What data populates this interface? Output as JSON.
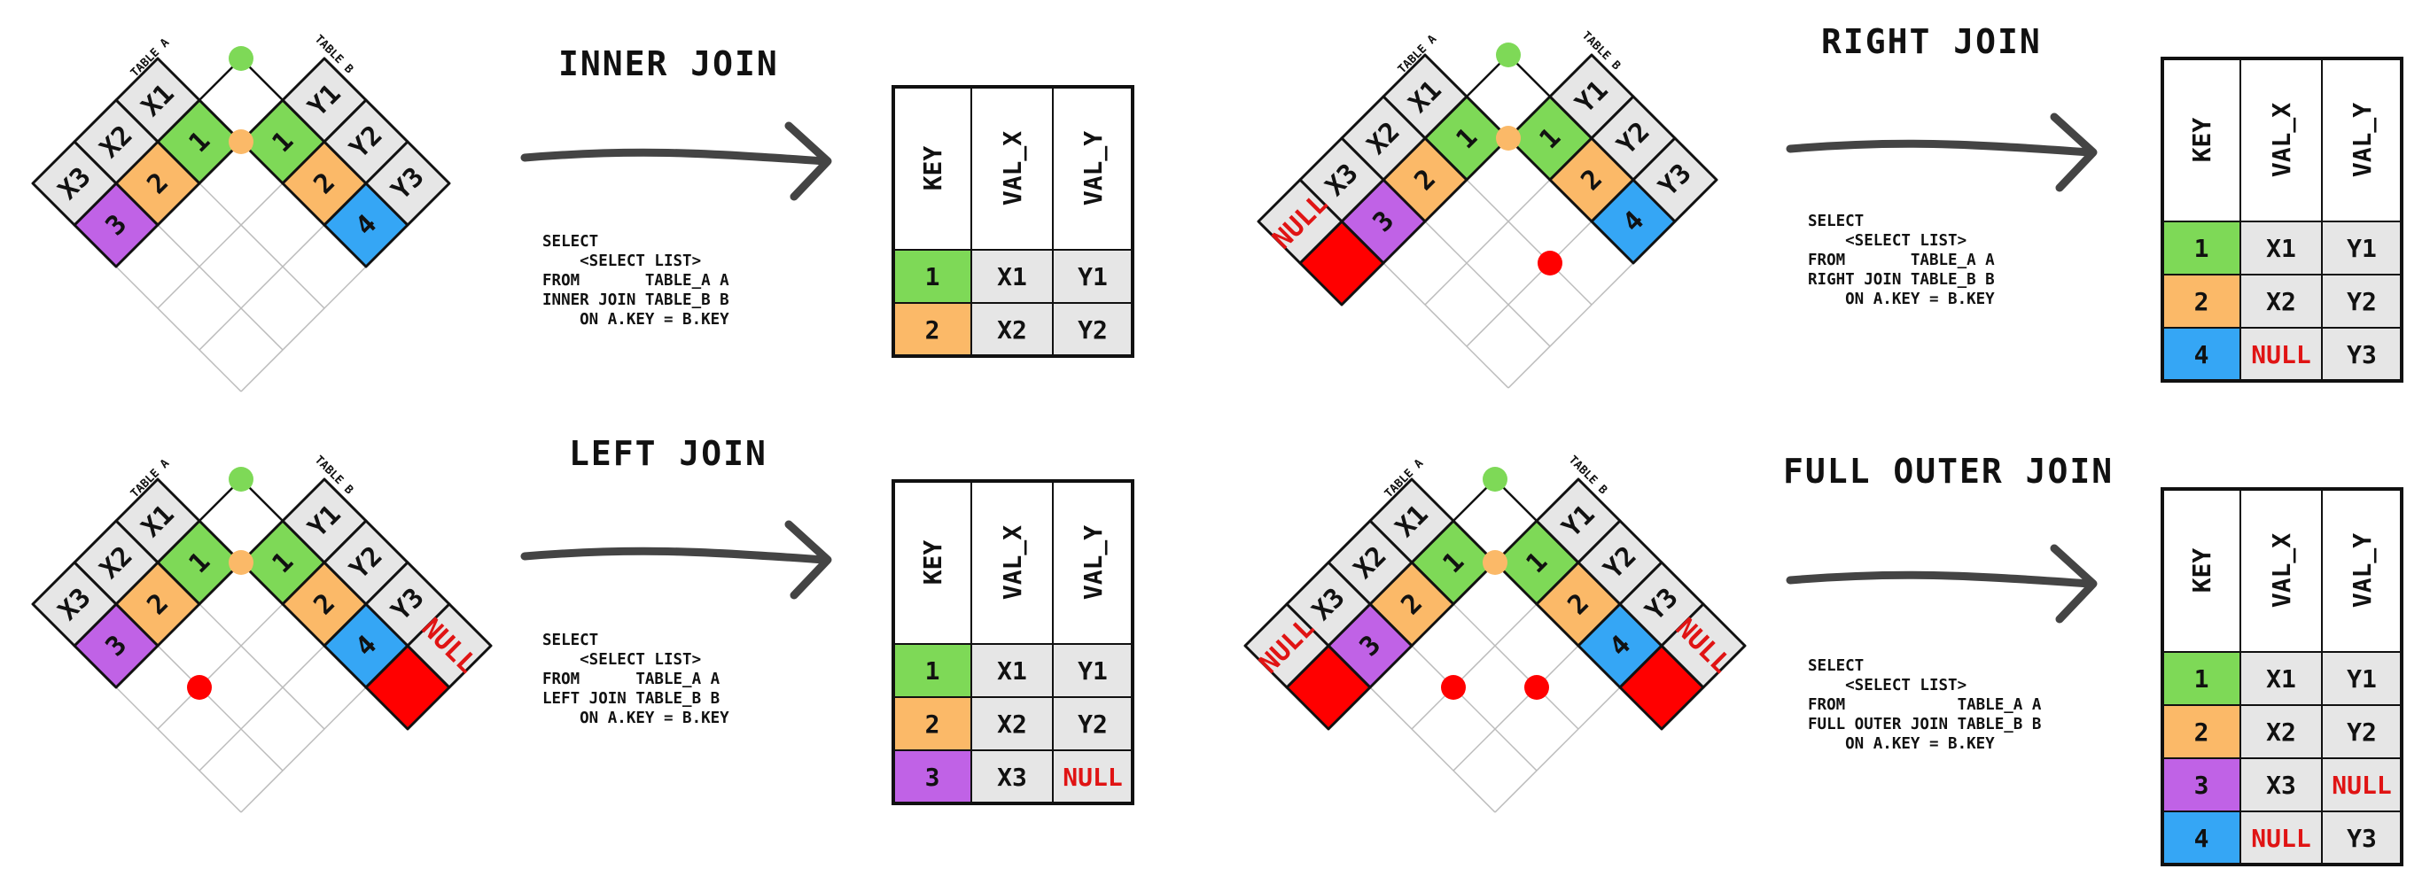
{
  "colors": {
    "green": "#7ed957",
    "orange": "#fbb968",
    "purple": "#c062e6",
    "blue": "#35a6f5",
    "red": "#ff0000",
    "gray": "#e6e6e6",
    "null_text": "#e01414"
  },
  "labels": {
    "table_a": "TABLE A",
    "table_b": "TABLE B",
    "null": "NULL",
    "headers": [
      "KEY",
      "VAL_X",
      "VAL_Y"
    ]
  },
  "panels": [
    {
      "id": "inner",
      "title": "INNER JOIN",
      "sql": [
        "SELECT",
        "    <SELECT LIST>",
        "FROM       TABLE_A A",
        "INNER JOIN TABLE_B B",
        "    ON A.KEY = B.KEY"
      ],
      "result_rows": [
        {
          "key": "1",
          "key_color": "green",
          "val_x": "X1",
          "val_y": "Y1"
        },
        {
          "key": "2",
          "key_color": "orange",
          "val_x": "X2",
          "val_y": "Y2"
        }
      ]
    },
    {
      "id": "right",
      "title": "RIGHT JOIN",
      "sql": [
        "SELECT",
        "    <SELECT LIST>",
        "FROM       TABLE_A A",
        "RIGHT JOIN TABLE_B B",
        "    ON A.KEY = B.KEY"
      ],
      "result_rows": [
        {
          "key": "1",
          "key_color": "green",
          "val_x": "X1",
          "val_y": "Y1"
        },
        {
          "key": "2",
          "key_color": "orange",
          "val_x": "X2",
          "val_y": "Y2"
        },
        {
          "key": "4",
          "key_color": "blue",
          "val_x": "NULL",
          "val_y": "Y3"
        }
      ]
    },
    {
      "id": "left",
      "title": "LEFT JOIN",
      "sql": [
        "SELECT",
        "    <SELECT LIST>",
        "FROM      TABLE_A A",
        "LEFT JOIN TABLE_B B",
        "    ON A.KEY = B.KEY"
      ],
      "result_rows": [
        {
          "key": "1",
          "key_color": "green",
          "val_x": "X1",
          "val_y": "Y1"
        },
        {
          "key": "2",
          "key_color": "orange",
          "val_x": "X2",
          "val_y": "Y2"
        },
        {
          "key": "3",
          "key_color": "purple",
          "val_x": "X3",
          "val_y": "NULL"
        }
      ]
    },
    {
      "id": "full",
      "title": "FULL OUTER JOIN",
      "sql": [
        "SELECT",
        "    <SELECT LIST>",
        "FROM            TABLE_A A",
        "FULL OUTER JOIN TABLE_B B",
        "    ON A.KEY = B.KEY"
      ],
      "result_rows": [
        {
          "key": "1",
          "key_color": "green",
          "val_x": "X1",
          "val_y": "Y1"
        },
        {
          "key": "2",
          "key_color": "orange",
          "val_x": "X2",
          "val_y": "Y2"
        },
        {
          "key": "3",
          "key_color": "purple",
          "val_x": "X3",
          "val_y": "NULL"
        },
        {
          "key": "4",
          "key_color": "blue",
          "val_x": "NULL",
          "val_y": "Y3"
        }
      ]
    }
  ],
  "table_a_rows": [
    {
      "key": "1",
      "key_color": "green",
      "val": "X1"
    },
    {
      "key": "2",
      "key_color": "orange",
      "val": "X2"
    },
    {
      "key": "3",
      "key_color": "purple",
      "val": "X3"
    }
  ],
  "table_b_rows": [
    {
      "key": "1",
      "key_color": "green",
      "val": "Y1"
    },
    {
      "key": "2",
      "key_color": "orange",
      "val": "Y2"
    },
    {
      "key": "4",
      "key_color": "blue",
      "val": "Y3"
    }
  ]
}
